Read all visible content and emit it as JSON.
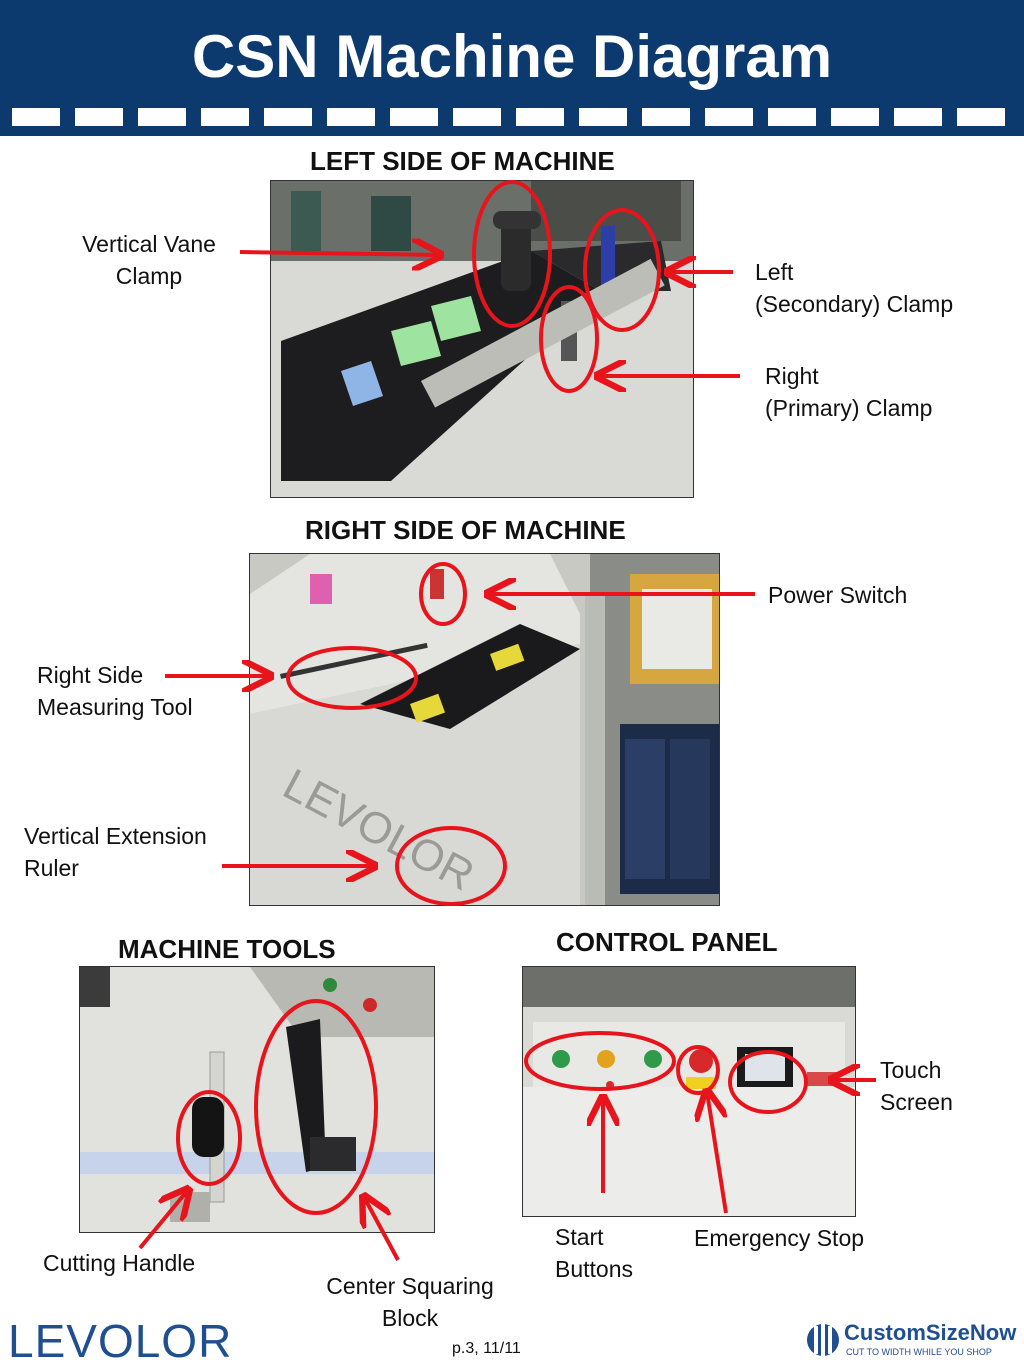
{
  "title": "CSN Machine Diagram",
  "sections": {
    "left_side": "LEFT SIDE OF MACHINE",
    "right_side": "RIGHT SIDE OF MACHINE",
    "machine_tools": "MACHINE TOOLS",
    "control_panel": "CONTROL PANEL"
  },
  "labels": {
    "vertical_vane_clamp_1": "Vertical Vane",
    "vertical_vane_clamp_2": "Clamp",
    "left_clamp_1": "Left",
    "left_clamp_2": "(Secondary) Clamp",
    "right_clamp_1": "Right",
    "right_clamp_2": "(Primary) Clamp",
    "power_switch": "Power Switch",
    "measuring_tool_1": "Right Side",
    "measuring_tool_2": "Measuring Tool",
    "extension_ruler_1": "Vertical Extension",
    "extension_ruler_2": "Ruler",
    "cutting_handle": "Cutting Handle",
    "squaring_block_1": "Center Squaring",
    "squaring_block_2": "Block",
    "start_buttons_1": "Start",
    "start_buttons_2": "Buttons",
    "emergency_stop": "Emergency Stop",
    "touch_screen_1": "Touch",
    "touch_screen_2": "Screen"
  },
  "footer": {
    "brand": "LEVOLOR",
    "page": "p.3,  11/11",
    "partner_logo": "CustomSizeNow",
    "partner_tagline": "CUT TO WIDTH WHILE YOU SHOP"
  },
  "colors": {
    "header_bg": "#0d3a6e",
    "annotation": "#e8141c",
    "brand_blue": "#1f4f8f"
  }
}
